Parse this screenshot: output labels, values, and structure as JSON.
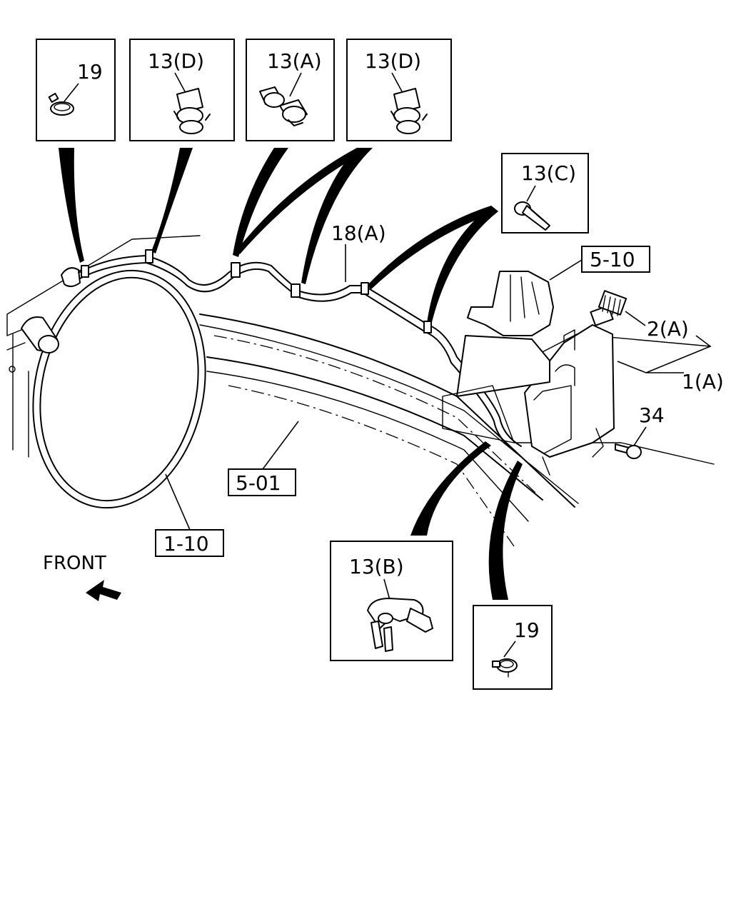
{
  "labels": {
    "p19_top": "19",
    "p13d_1": "13(D)",
    "p13a": "13(A)",
    "p13d_2": "13(D)",
    "p13c": "13(C)",
    "p18a": "18(A)",
    "p510": "5-10",
    "p2a": "2(A)",
    "p1a": "1(A)",
    "p34": "34",
    "p501": "5-01",
    "p110": "1-10",
    "front": "FRONT",
    "p13b": "13(B)",
    "p19_bottom": "19"
  }
}
